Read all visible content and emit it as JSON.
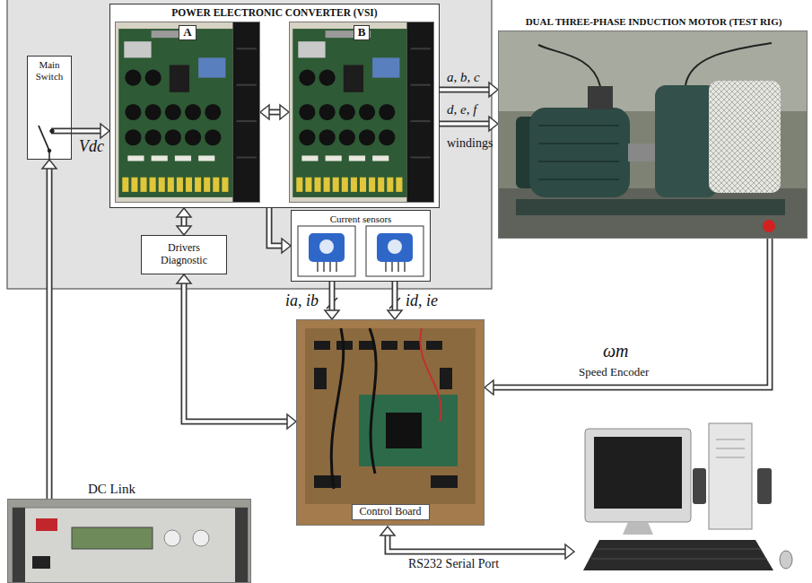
{
  "diagram": {
    "nodes": [
      {
        "text": [
          "Main Switch"
        ]
      },
      {
        "text": [
          "POWER ELECTRONIC CONVERTER (VSI)"
        ]
      },
      {
        "text": [
          "A"
        ],
        "in": 1
      },
      {
        "text": [
          "B"
        ],
        "in": 1
      },
      {
        "text": [
          "DUAL THREE-PHASE INDUCTION MOTOR (TEST RIG)"
        ]
      },
      {
        "text": [
          "Drivers Diagnostic"
        ]
      },
      {
        "text": [
          "Current sensors"
        ]
      },
      {
        "text": [
          "Control Board"
        ]
      },
      {
        "text": [
          "DC Link"
        ]
      }
    ],
    "edges": [
      {
        "from": 8,
        "to": 0,
        "arrow": "to"
      },
      {
        "from": 0,
        "to": 1,
        "arrow": "to",
        "label": "Vdc"
      },
      {
        "from": 2,
        "to": 3,
        "arrow": "both"
      },
      {
        "from": 1,
        "to": 4,
        "arrow": "to",
        "label": "a, b, c"
      },
      {
        "from": 1,
        "to": 4,
        "arrow": "to",
        "label": "d, e, f"
      },
      {
        "from": 1,
        "to": 5,
        "arrow": "both"
      },
      {
        "from": 1,
        "to": 6,
        "arrow": "to"
      },
      {
        "from": 5,
        "to": 7,
        "arrow": "both"
      },
      {
        "from": 6,
        "to": 7,
        "arrow": "to",
        "label": "ia, ib"
      },
      {
        "from": 6,
        "to": 7,
        "arrow": "to",
        "label": "id, ie"
      },
      {
        "from": 4,
        "to": 7,
        "arrow": "to",
        "label": "Speed Encoder"
      }
    ],
    "labels": [
      "windings",
      "ωm",
      "RS232 Serial Port"
    ]
  }
}
